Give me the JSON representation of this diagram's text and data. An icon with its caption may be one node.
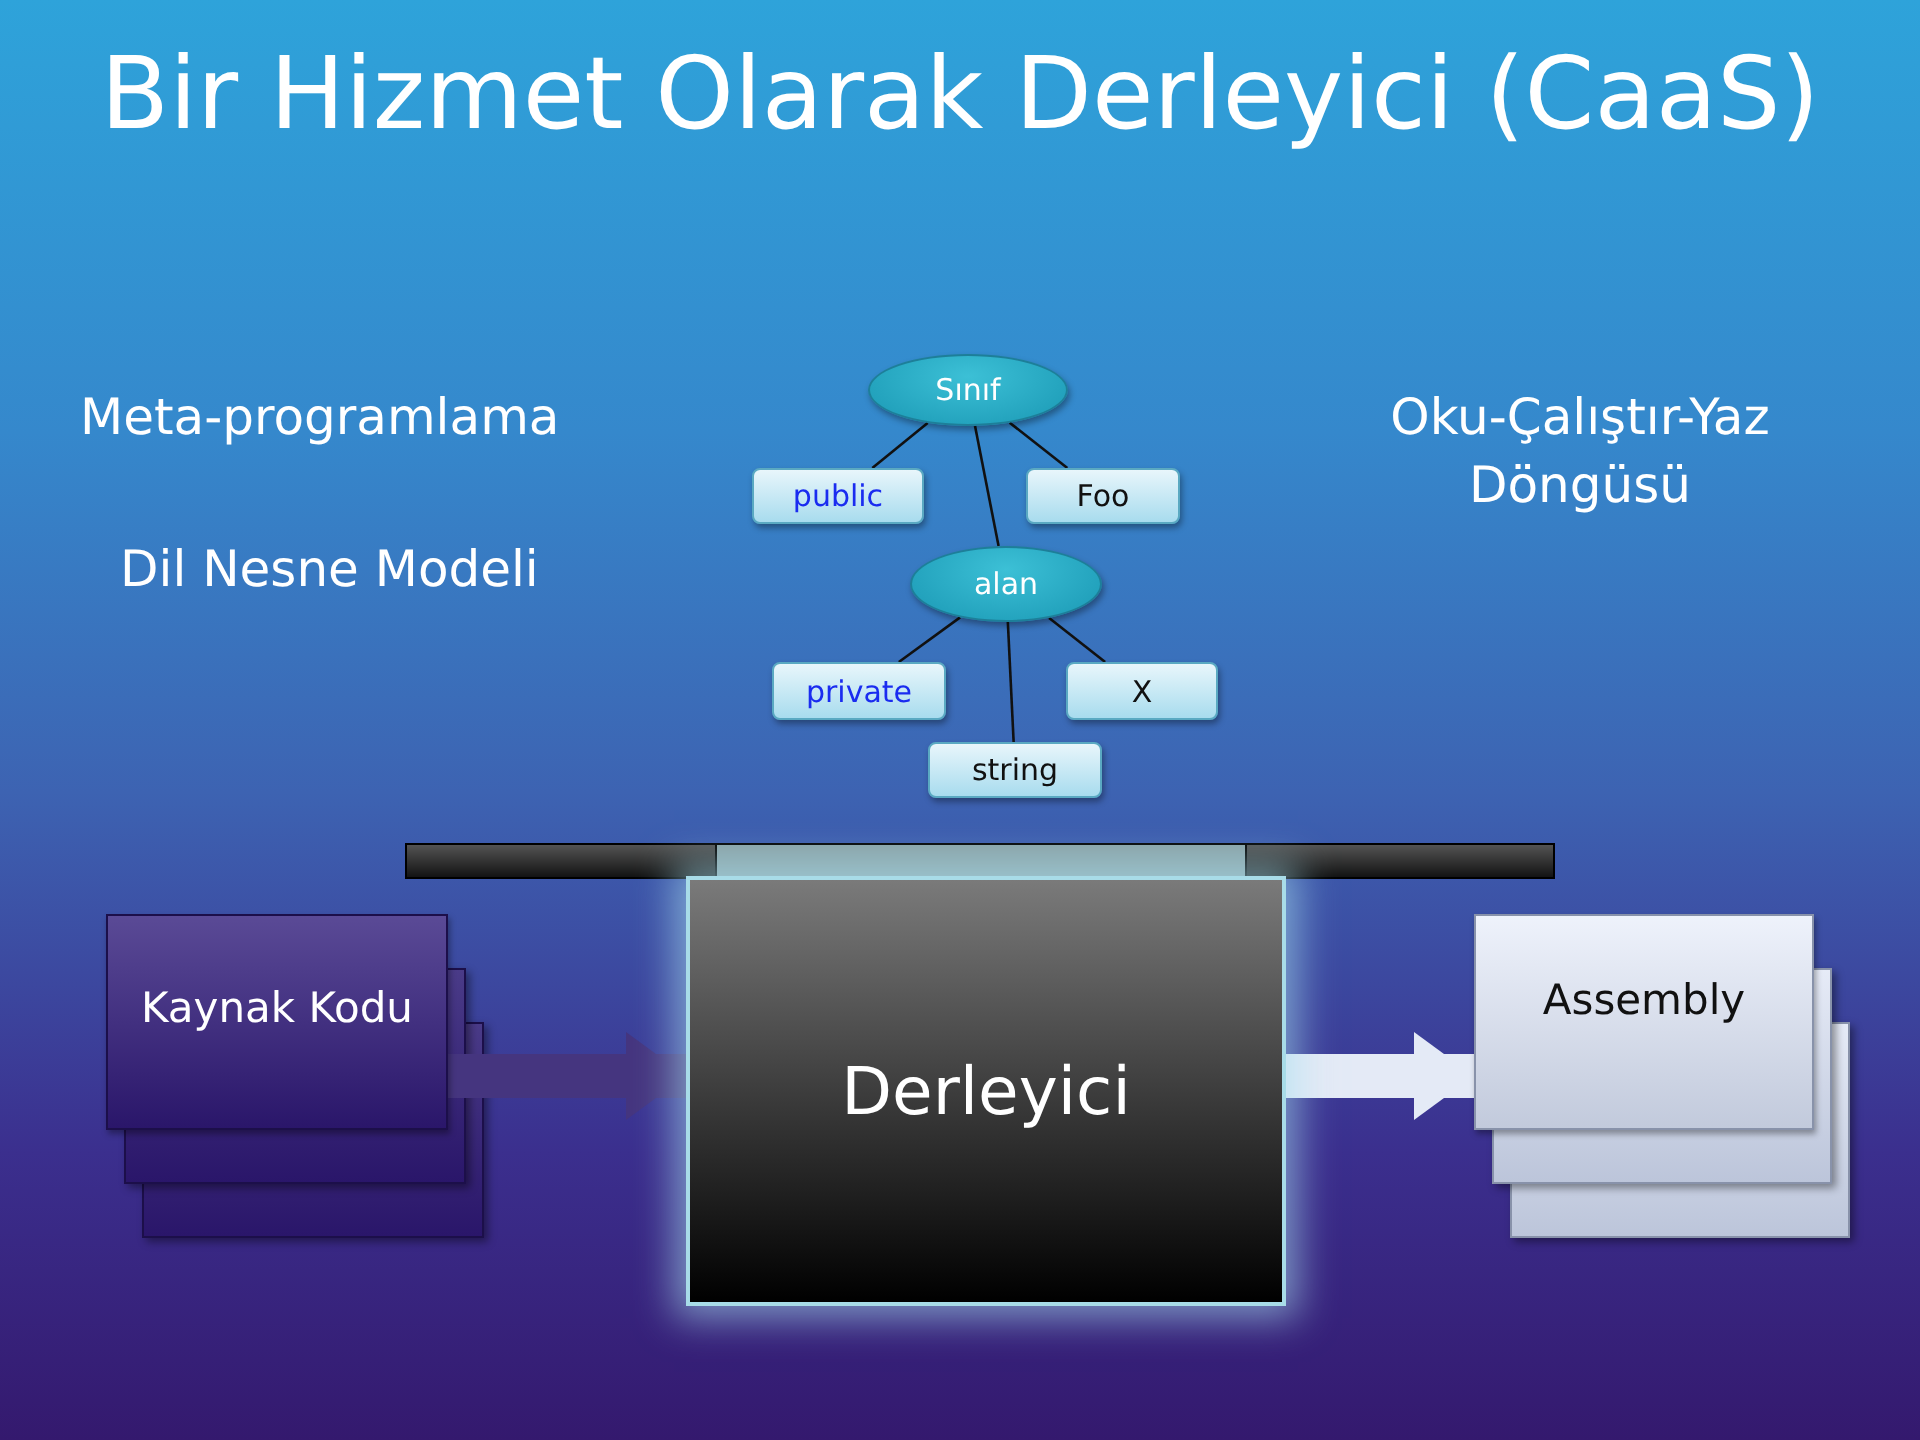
{
  "diagram": {
    "title": "Bir Hizmet Olarak Derleyici (CaaS)",
    "nodes": [
      {
        "text": [
          "Sınıf"
        ]
      },
      {
        "text": [
          "public"
        ]
      },
      {
        "text": [
          "Foo"
        ]
      },
      {
        "text": [
          "alan"
        ]
      },
      {
        "text": [
          "private"
        ]
      },
      {
        "text": [
          "X"
        ]
      },
      {
        "text": [
          "string"
        ]
      },
      {
        "text": [
          "Kaynak Kodu"
        ]
      },
      {
        "text": [
          "Derleyici"
        ]
      },
      {
        "text": [
          "Assembly"
        ]
      }
    ],
    "edges": [
      {
        "from": 0,
        "to": 1,
        "arrow": "none"
      },
      {
        "from": 0,
        "to": 2,
        "arrow": "none"
      },
      {
        "from": 0,
        "to": 3,
        "arrow": "none"
      },
      {
        "from": 3,
        "to": 4,
        "arrow": "none"
      },
      {
        "from": 3,
        "to": 6,
        "arrow": "none"
      },
      {
        "from": 3,
        "to": 5,
        "arrow": "none"
      },
      {
        "from": 7,
        "to": 8,
        "arrow": "to",
        "style": "thick",
        "color": "#45357f"
      },
      {
        "from": 8,
        "to": 9,
        "arrow": "to",
        "style": "thick",
        "color": "#e4eaf6"
      }
    ],
    "labels": [
      "Meta-programlama",
      "Oku-Çalıştır-Yaz Döngüsü",
      "Dil Nesne Modeli"
    ]
  }
}
